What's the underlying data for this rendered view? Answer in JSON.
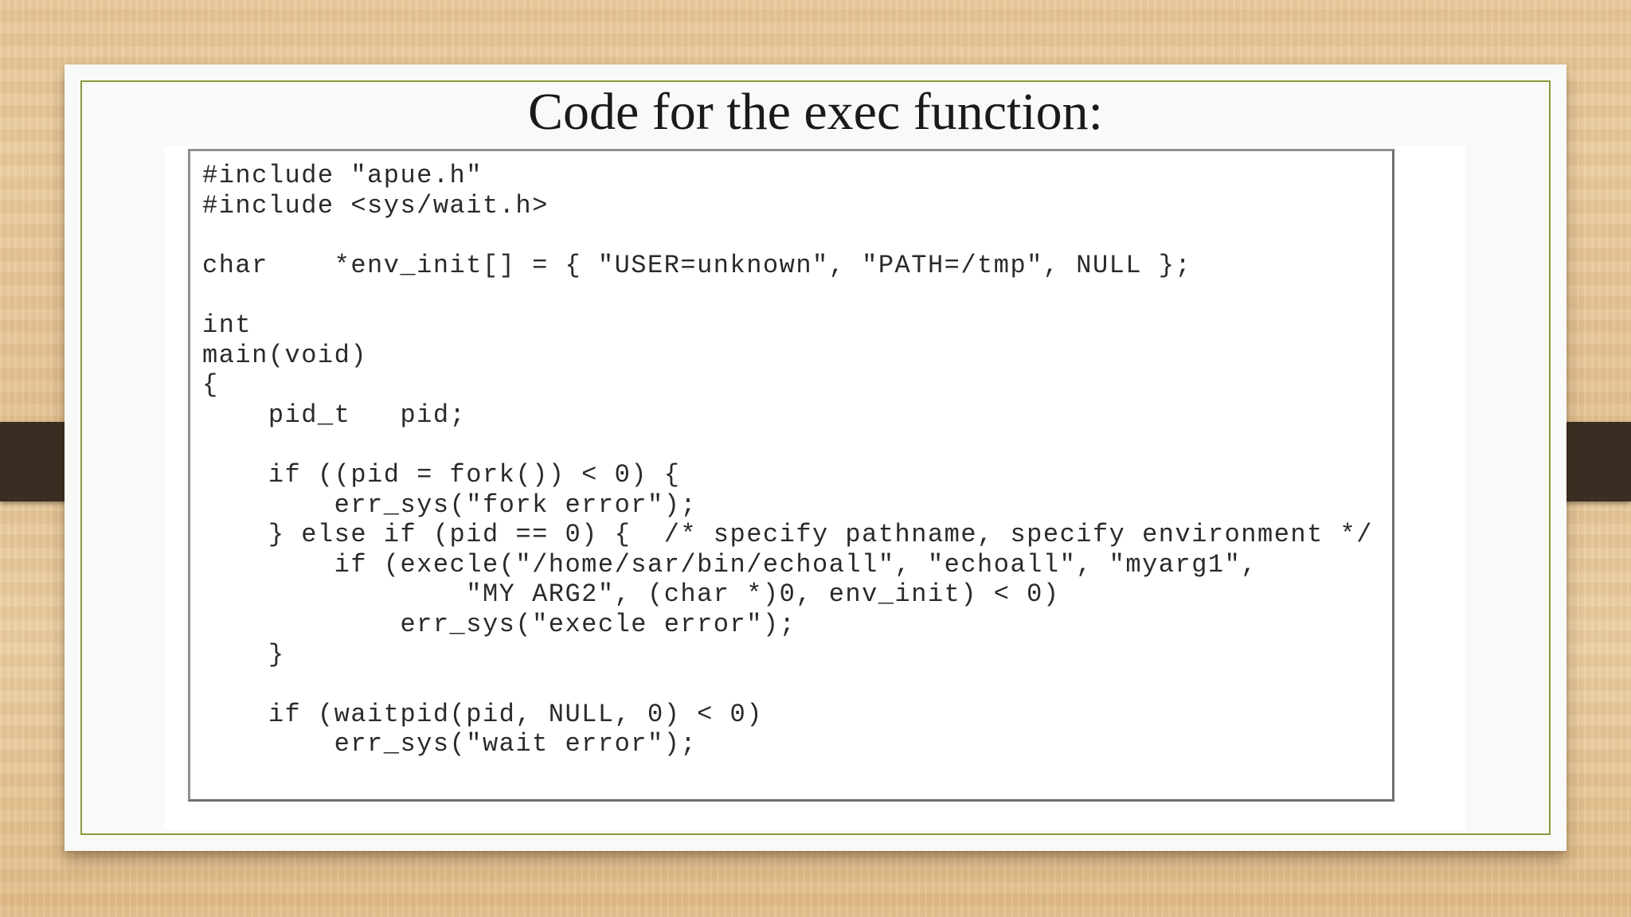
{
  "slide": {
    "title": "Code for the exec function:"
  },
  "code": {
    "lines": [
      "#include \"apue.h\"",
      "#include <sys/wait.h>",
      "",
      "char    *env_init[] = { \"USER=unknown\", \"PATH=/tmp\", NULL };",
      "",
      "int",
      "main(void)",
      "{",
      "    pid_t   pid;",
      "",
      "    if ((pid = fork()) < 0) {",
      "        err_sys(\"fork error\");",
      "    } else if (pid == 0) {  /* specify pathname, specify environment */",
      "        if (execle(\"/home/sar/bin/echoall\", \"echoall\", \"myarg1\",",
      "                \"MY ARG2\", (char *)0, env_init) < 0)",
      "            err_sys(\"execle error\");",
      "    }",
      "",
      "    if (waitpid(pid, NULL, 0) < 0)",
      "        err_sys(\"wait error\");"
    ]
  }
}
